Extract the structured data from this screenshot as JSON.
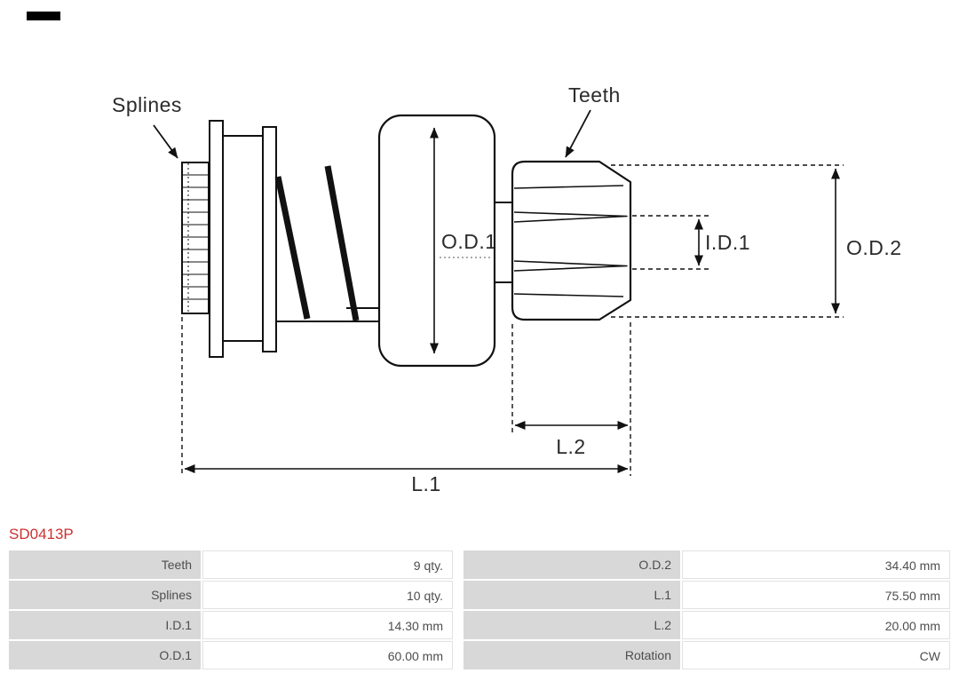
{
  "part": {
    "code": "SD0413P",
    "code_color": "#cc3131"
  },
  "diagram": {
    "labels": {
      "splines": "Splines",
      "teeth": "Teeth",
      "od1": "O.D.1",
      "id1": "I.D.1",
      "od2": "O.D.2",
      "l1": "L.1",
      "l2": "L.2"
    }
  },
  "specs": {
    "rows": [
      {
        "left_label": "Teeth",
        "left_value": "9 qty.",
        "right_label": "O.D.2",
        "right_value": "34.40 mm"
      },
      {
        "left_label": "Splines",
        "left_value": "10 qty.",
        "right_label": "L.1",
        "right_value": "75.50 mm"
      },
      {
        "left_label": "I.D.1",
        "left_value": "14.30 mm",
        "right_label": "L.2",
        "right_value": "20.00 mm"
      },
      {
        "left_label": "O.D.1",
        "left_value": "60.00 mm",
        "right_label": "Rotation",
        "right_value": "CW"
      }
    ]
  },
  "colors": {
    "accent_red": "#cc3131",
    "table_label_bg": "#d8d8d8"
  }
}
